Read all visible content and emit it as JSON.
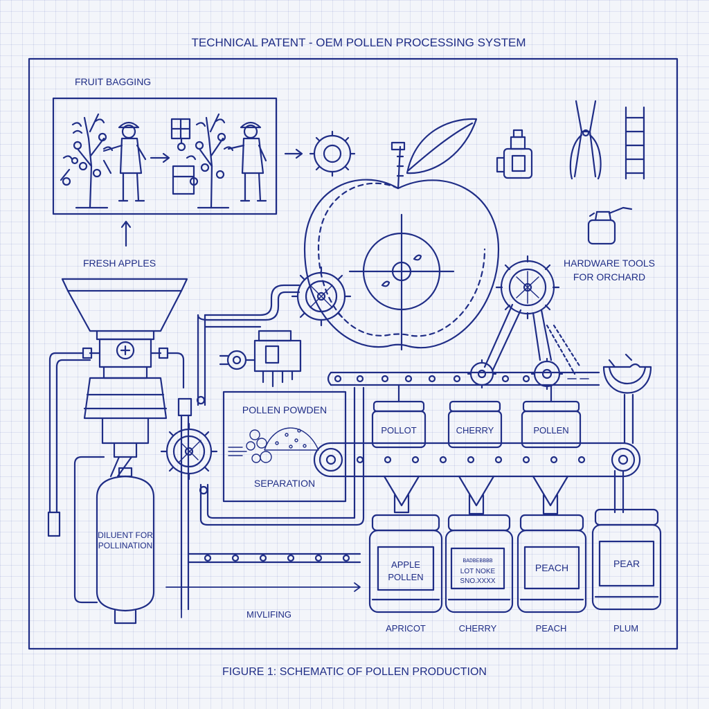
{
  "header": {
    "title": "TECHNICAL PATENT - OEM POLLEN PROCESSING SYSTEM"
  },
  "labels": {
    "fruit_bagging": "FRUIT BAGGING",
    "fresh_apples": "FRESH APPLES",
    "hardware_tools_1": "HARDWARE TOOLS",
    "hardware_tools_2": "FOR ORCHARD",
    "pollen_powden": "POLLEN POWDEN",
    "separation": "SEPARATION",
    "diluent_1": "DILUENT FOR",
    "diluent_2": "POLLINATION",
    "mivlifing": "MIVLIFING"
  },
  "upper_jars": [
    "POLLOT",
    "CHERRY",
    "POLLEN"
  ],
  "lower_jars": {
    "apple_pollen_1": "APPLE",
    "apple_pollen_2": "POLLEN",
    "batch_1": "BADBEBBBB",
    "batch_2": "LOT NOKE",
    "batch_3": "SNO.XXXX",
    "peach": "PEACH",
    "pear": "PEAR"
  },
  "bottom_labels": [
    "APRICOT",
    "CHERRY",
    "PEACH",
    "PLUM"
  ],
  "footer": {
    "caption": "FIGURE 1: SCHEMATIC OF POLLEN PRODUCTION"
  },
  "colors": {
    "ink": "#1f2d86",
    "paper": "#f3f5fa",
    "grid": "#dfe4f2"
  }
}
